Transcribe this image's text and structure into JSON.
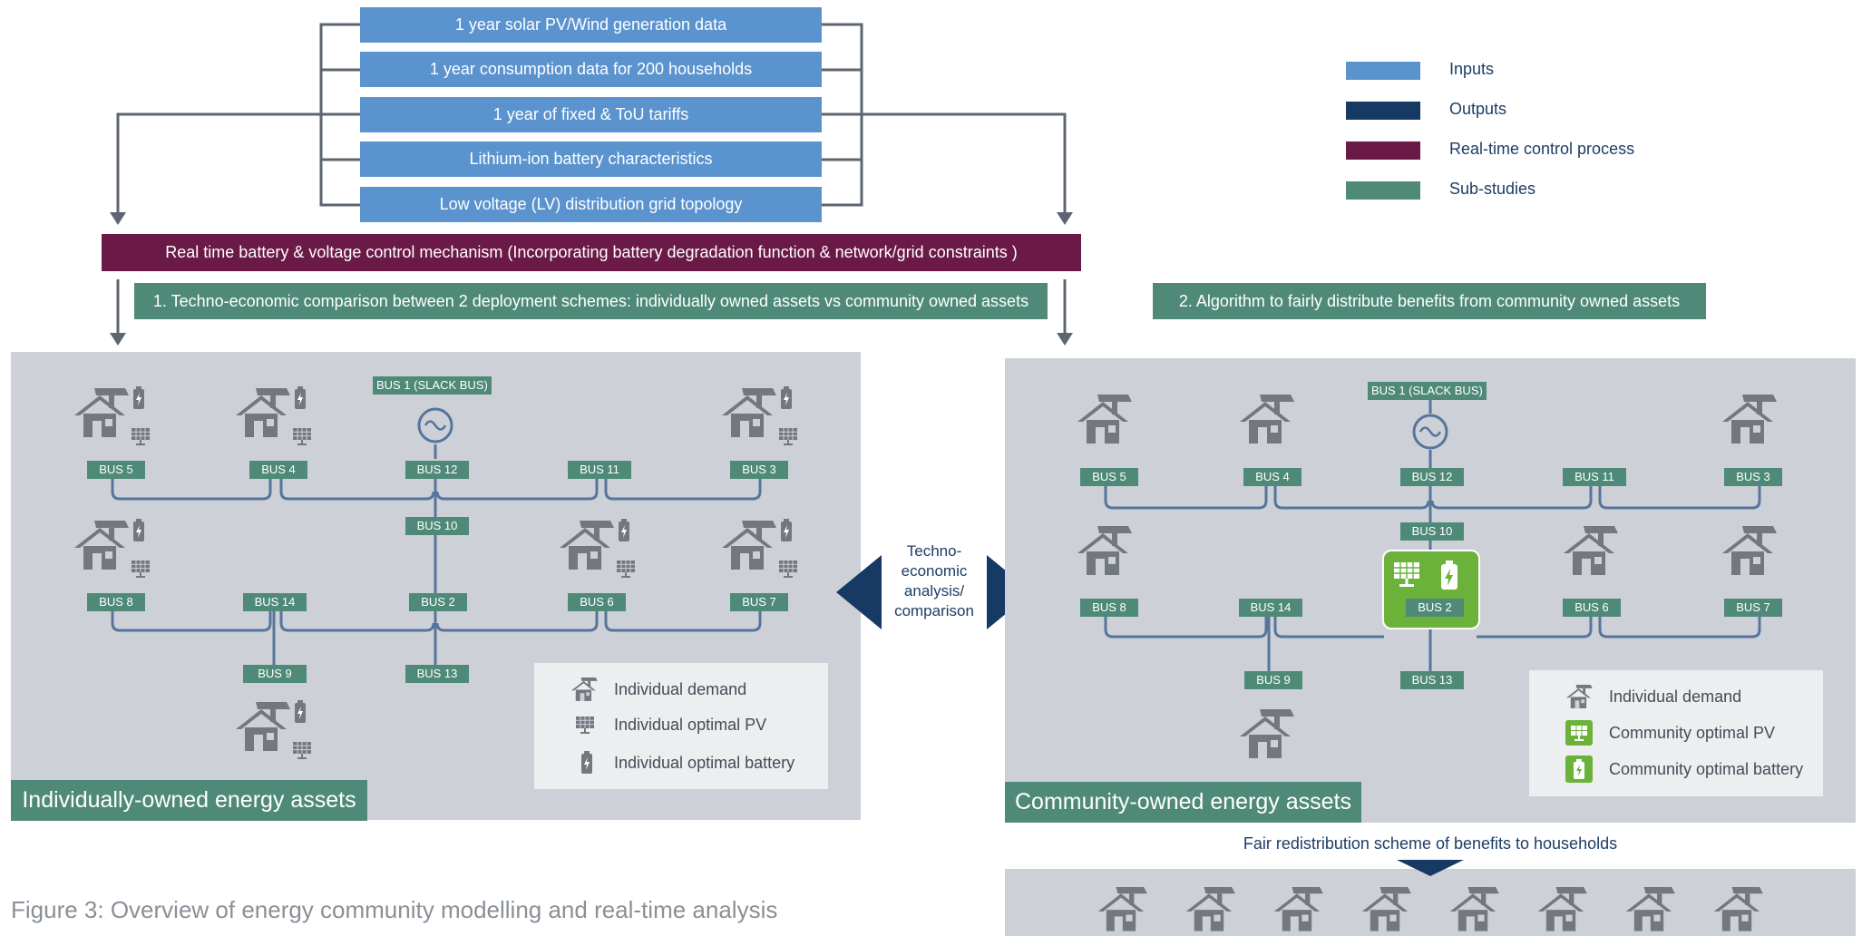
{
  "inputs": [
    "1 year solar PV/Wind generation data",
    "1 year consumption data for 200 households",
    "1 year of fixed & ToU tariffs",
    "Lithium-ion battery characteristics",
    "Low voltage (LV) distribution grid topology"
  ],
  "control_process": "Real time battery & voltage control mechanism (Incorporating battery degradation function & network/grid constraints )",
  "substudies": {
    "one": "1. Techno-economic comparison between 2 deployment schemes: individually owned assets vs community owned assets",
    "two": "2. Algorithm to fairly distribute benefits from community owned assets"
  },
  "legend": {
    "inputs": "Inputs",
    "outputs": "Outputs",
    "control": "Real-time control process",
    "substudies": "Sub-studies",
    "colors": {
      "inputs": "#5b93cf",
      "outputs": "#163a63",
      "control": "#6b1a47",
      "substudies": "#4f8a78"
    }
  },
  "buses": {
    "slack": "BUS 1 (SLACK BUS)",
    "b5": "BUS 5",
    "b4": "BUS 4",
    "b12": "BUS 12",
    "b11": "BUS 11",
    "b3": "BUS 3",
    "b10": "BUS 10",
    "b8": "BUS 8",
    "b14": "BUS 14",
    "b2": "BUS 2",
    "b6": "BUS 6",
    "b7": "BUS 7",
    "b9": "BUS 9",
    "b13": "BUS 13"
  },
  "left_panel": {
    "title": "Individually-owned energy assets",
    "legend": [
      "Individual demand",
      "Individual optimal PV",
      "Individual optimal battery"
    ]
  },
  "right_panel": {
    "title": "Community-owned energy assets",
    "legend": [
      "Individual demand",
      "Community optimal PV",
      "Community optimal battery"
    ]
  },
  "middle_label": [
    "Techno-",
    "economic",
    "analysis/",
    "comparison"
  ],
  "redistribution_label": "Fair redistribution scheme of benefits to households",
  "caption": "Figure 3: Overview of energy community modelling and real-time analysis"
}
